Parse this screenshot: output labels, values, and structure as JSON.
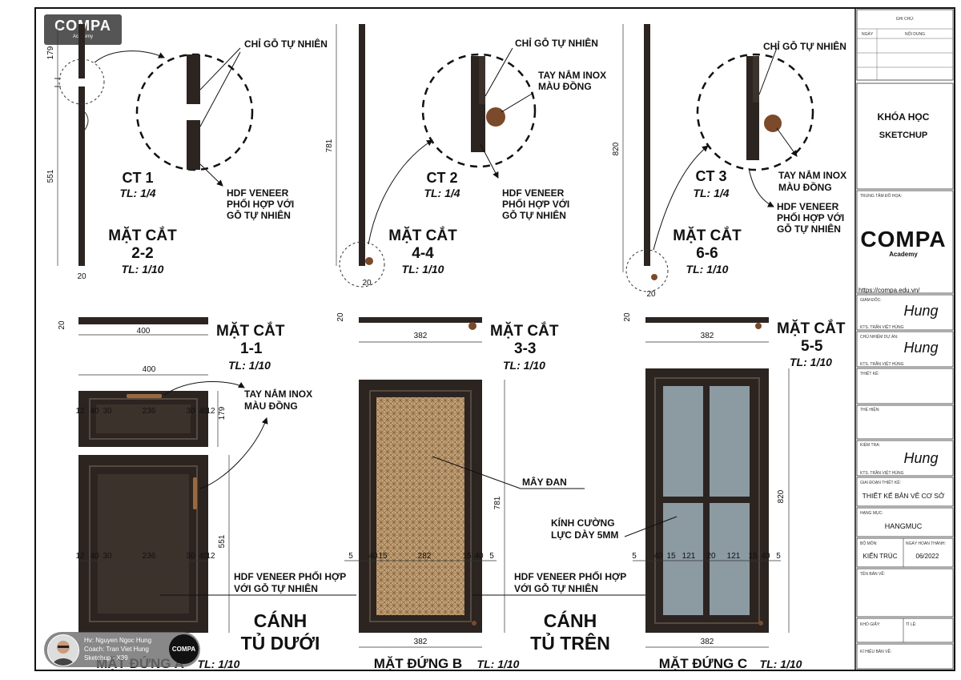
{
  "brand": {
    "logo_text": "COMPA",
    "logo_sub": "Academy",
    "url": "https://compa.edu.vn/"
  },
  "credit": {
    "hv": "Hv: Nguyen Ngoc Hung",
    "coach": "Coach: Tran Viet Hung",
    "software": "Sketchup - X39",
    "logo": "COMPA"
  },
  "title_block": {
    "ghi_chu": "GHI CHÚ:",
    "ngay": "NGÀY",
    "noi_dung": "NỘI DUNG",
    "course_title": "KHÓA HỌC",
    "course_sub": "SKETCHUP",
    "trung_tam": "TRUNG TÂM ĐỒ HỌA:",
    "giam_doc": "GIÁM ĐỐC:",
    "kts1": "KTS. TRẦN VIỆT HÙNG",
    "chu_nhiem": "CHỦ NHIỆM DỰ ÁN:",
    "kts2": "KTS. TRẦN VIỆT HÙNG",
    "thiet_ke": "THIẾT KẾ:",
    "the_hien": "THỂ HIỆN:",
    "kiem_tra": "KIỂM TRA:",
    "kts3": "KTS. TRẦN VIỆT HÙNG",
    "giai_doan": "GIAI ĐOẠN THIẾT KẾ:",
    "giai_doan_val": "THIẾT KẾ BẢN VẼ CƠ SỞ",
    "hang_muc": "HẠNG MỤC:",
    "hang_muc_val": "HANGMUC",
    "bo_mon": "BỘ MÔN:",
    "bo_mon_val": "KIẾN TRÚC",
    "ngay_ht": "NGÀY HOÀN THÀNH:",
    "ngay_ht_val": "06/2022",
    "ten_ban_ve": "TÊN BẢN VẼ:",
    "kho_giay": "KHỔ GIẤY:",
    "ti_le": "TỈ LỆ:",
    "ki_hieu": "KÍ HIỆU BẢN VẼ:",
    "signature": "Hung"
  },
  "labels": {
    "chi_go": "CHỈ GỖ TỰ NHIÊN",
    "hdf1": "HDF VENEER",
    "hdf2": "PHỐI HỢP VỚI",
    "hdf3": "GỖ TỰ NHIÊN",
    "tay_nam1": "TAY NẮM INOX",
    "tay_nam2": "MÀU ĐỒNG",
    "ct1": "CT 1",
    "ct2": "CT 2",
    "ct3": "CT 3",
    "tl14": "TL: 1/4",
    "tl110": "TL: 1/10",
    "mat_cat": "MẶT CẮT",
    "mc22": "2-2",
    "mc44": "4-4",
    "mc66": "6-6",
    "mc11": "1-1",
    "mc33": "3-3",
    "mc55": "5-5",
    "may_dan": "MÂY ĐAN",
    "kinh1": "KÍNH CƯỜNG",
    "kinh2": "LỰC DÀY 5MM",
    "hdf_long1": "HDF VENEER PHỐI HỢP",
    "hdf_long2": "VỚI GỖ TỰ NHIÊN",
    "canh": "CÁNH",
    "tu_duoi": "TỦ DƯỚI",
    "tu_tren": "TỦ TRÊN",
    "md_a": "MẶT ĐỨNG A",
    "md_b": "MẶT ĐỨNG B",
    "md_c": "MẶT ĐỨNG C"
  },
  "dims": {
    "d179": "179",
    "d551": "551",
    "d20": "20",
    "d781": "781",
    "d820": "820",
    "d400": "400",
    "d382": "382",
    "a_row": [
      "12",
      "40",
      "30",
      "236",
      "30",
      "40",
      "12"
    ],
    "b_row": [
      "5",
      "40",
      "15",
      "282",
      "15",
      "40",
      "5"
    ],
    "c_row": [
      "5",
      "40",
      "15",
      "121",
      "20",
      "121",
      "15",
      "40",
      "5"
    ]
  },
  "colors": {
    "wood": "#2b2420",
    "wood_light": "#3c322c",
    "rattan": "#c9a77c",
    "glass": "#8c9aa2",
    "knob": "#7a4a2a"
  }
}
